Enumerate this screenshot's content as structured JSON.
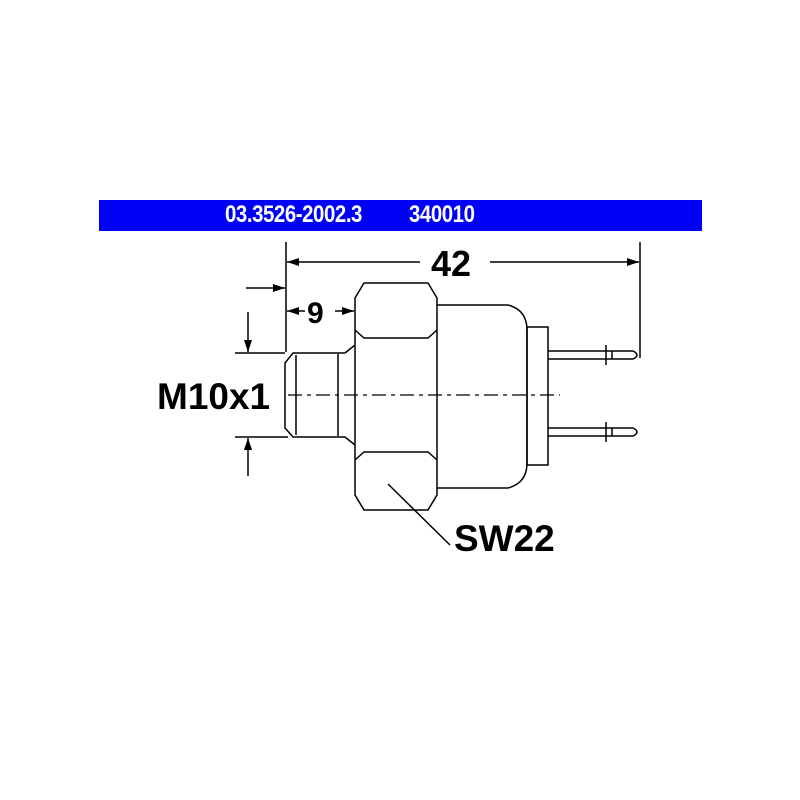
{
  "banner": {
    "part_number": "03.3526-2002.3",
    "ref_number": "340010",
    "color": "#0000f5"
  },
  "dimensions": {
    "overall_length": "42",
    "thread_length": "9",
    "thread": "M10x1",
    "wrench_size": "SW22"
  }
}
